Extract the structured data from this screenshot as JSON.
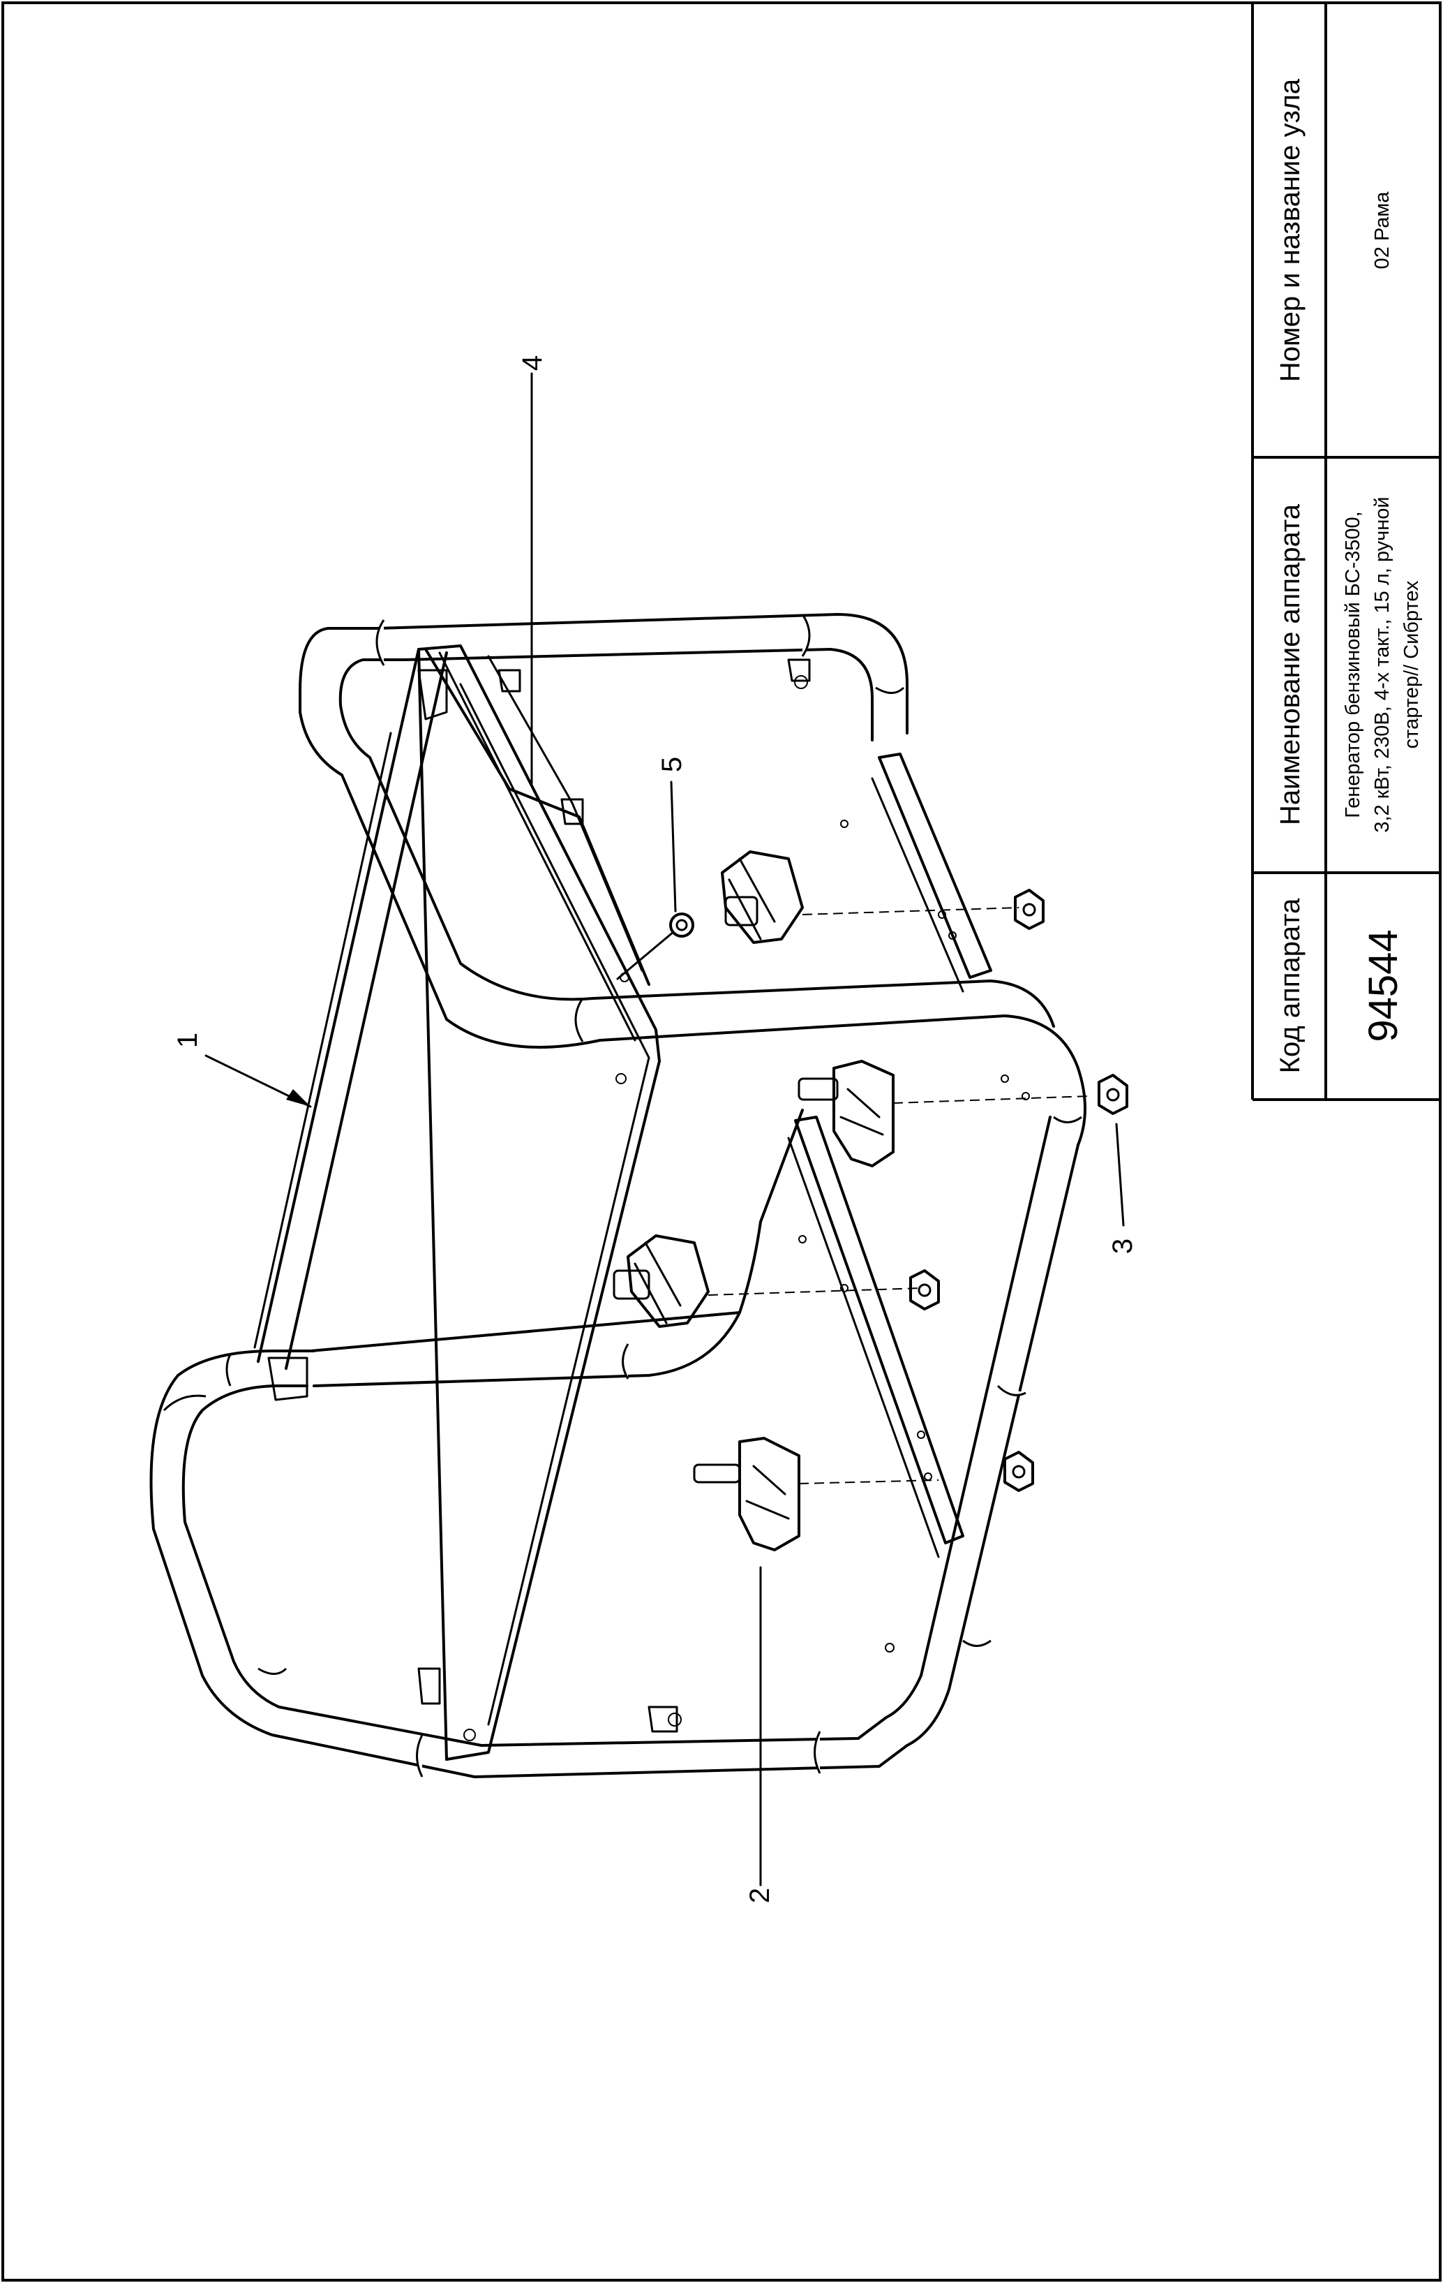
{
  "title_block": {
    "device_code_label": "Код аппарата",
    "device_code": "94544",
    "device_name_label": "Наименование аппарата",
    "device_name_lines": [
      "Генератор бензиновый БС-3500,",
      "3,2 кВт, 230В, 4-х такт., 15 л, ручной",
      "стартер// Сибртех"
    ],
    "unit_label": "Номер и название узла",
    "unit_name": "02 Рама"
  },
  "callouts": [
    "1",
    "2",
    "3",
    "4",
    "5"
  ]
}
